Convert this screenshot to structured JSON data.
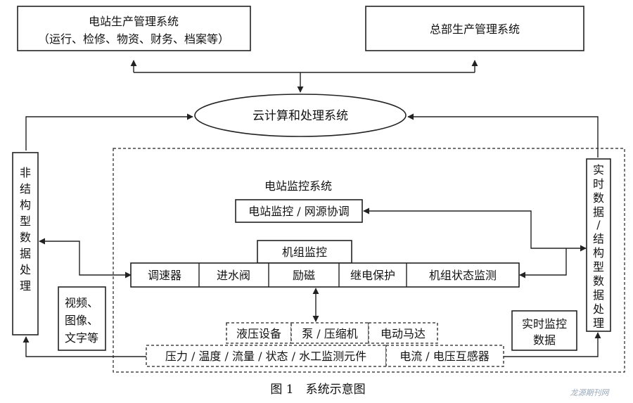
{
  "nodes": {
    "station_mgmt_title": "电站生产管理系统",
    "station_mgmt_sub": "（运行、检修、物资、财务、档案等）",
    "hq_mgmt": "总部生产管理系统",
    "cloud": "云计算和处理系统",
    "unstructured": [
      "非",
      "结",
      "构",
      "型",
      "数",
      "据",
      "处",
      "理"
    ],
    "structured": [
      "实",
      "时",
      "数",
      "据",
      "/",
      "结",
      "构",
      "型",
      "数",
      "据",
      "处",
      "理"
    ],
    "monitor_title": "电站监控系统",
    "station_monitor": "电站监控 / 网源协调",
    "unit_monitor": "机组监控",
    "units": [
      "调速器",
      "进水阀",
      "励磁",
      "继电保护",
      "机组状态监测"
    ],
    "media": [
      "视频、",
      "图像、",
      "文字等"
    ],
    "realtime": [
      "实时监控",
      "数据"
    ],
    "equipment": [
      "液压设备",
      "泵 / 压缩机",
      "电动马达"
    ],
    "sensors_left": "压力 / 温度 / 流量 / 状态 / 水工监测元件",
    "sensors_right": "电流 / 电压互感器"
  },
  "caption": "图 1　系统示意图",
  "watermark": "龙源期刊网"
}
